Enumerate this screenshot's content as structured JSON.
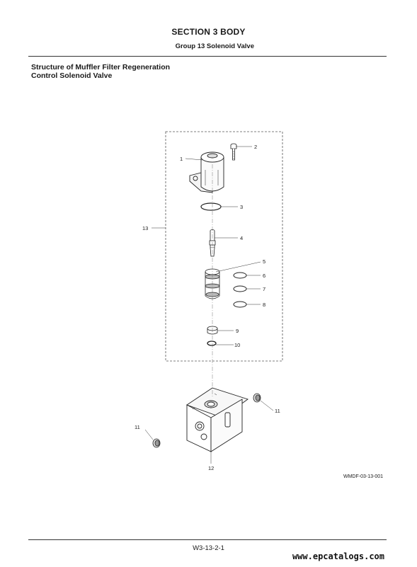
{
  "header": {
    "section_title": "SECTION 3 BODY",
    "group_title": "Group 13 Solenoid Valve"
  },
  "content": {
    "structure_title_line1": "Structure of Muffler Filter Regeneration",
    "structure_title_line2": "Control Solenoid Valve"
  },
  "diagram": {
    "callouts": [
      "1",
      "2",
      "3",
      "4",
      "5",
      "6",
      "7",
      "8",
      "9",
      "10",
      "11",
      "11",
      "12",
      "13"
    ],
    "figure_code": "WMDF-03-13-001"
  },
  "footer": {
    "page_number": "W3-13-2-1",
    "watermark": "www.epcatalogs.com"
  }
}
